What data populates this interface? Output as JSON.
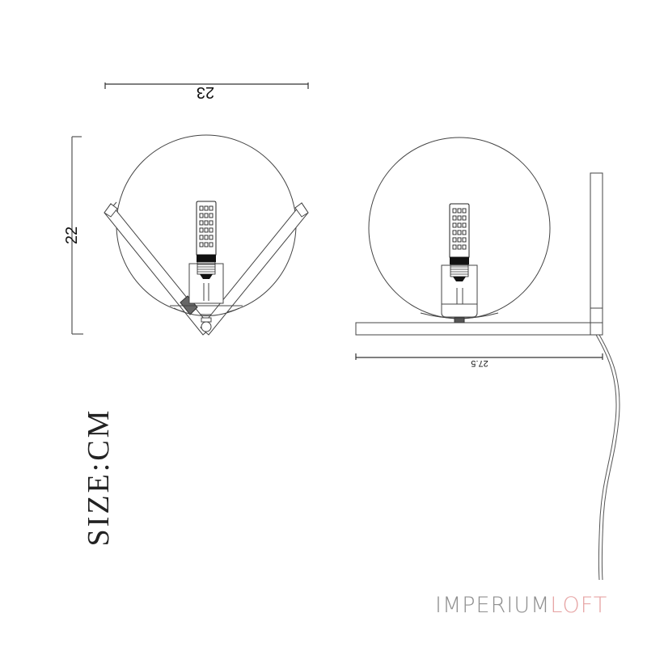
{
  "drawing": {
    "front_view": {
      "width_dimension": "23",
      "height_dimension": "22"
    },
    "side_view": {
      "depth_dimension": "27.5"
    },
    "units_label": "SIZE:CM",
    "line_color": "#444444"
  },
  "brand": {
    "part1": "IMPERIUM",
    "part2": "LOFT",
    "color_part1": "#8f8f8f",
    "color_part2": "#e7a6a6"
  }
}
